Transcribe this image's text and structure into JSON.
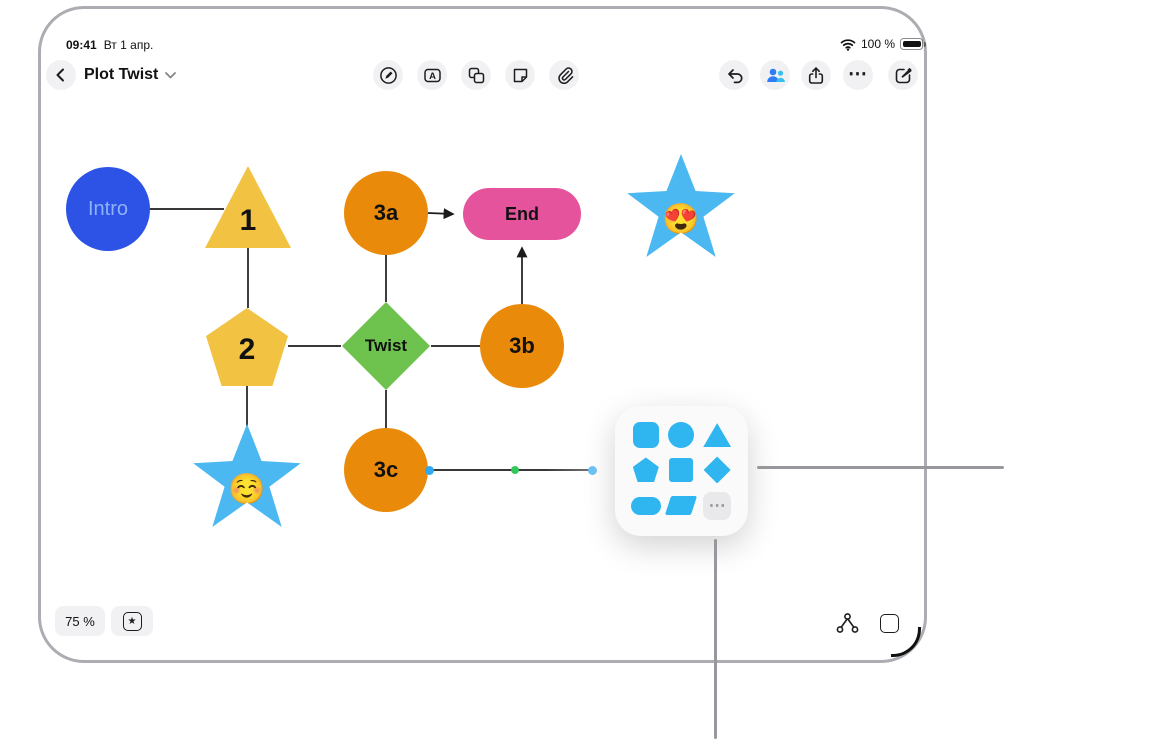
{
  "status_bar": {
    "time": "09:41",
    "date": "Вт 1 апр.",
    "battery": "100 %"
  },
  "toolbar": {
    "title": "Plot Twist",
    "ellipsis": "⋯"
  },
  "canvas": {
    "nodes": {
      "intro": {
        "label": "Intro",
        "shape": "circle",
        "fill": "#2C53E6",
        "text_color": "#8FB2F8"
      },
      "one": {
        "label": "1",
        "shape": "triangle",
        "fill": "#F2C243"
      },
      "threeA": {
        "label": "3a",
        "shape": "circle",
        "fill": "#EA8A0A"
      },
      "end": {
        "label": "End",
        "shape": "capsule",
        "fill": "#E5539C"
      },
      "starHeart": {
        "label": "😍",
        "shape": "star",
        "fill": "#4CB8F1"
      },
      "two": {
        "label": "2",
        "shape": "pentagon",
        "fill": "#F2C243"
      },
      "twist": {
        "label": "Twist",
        "shape": "diamond",
        "fill": "#6EC24E"
      },
      "threeB": {
        "label": "3b",
        "shape": "circle",
        "fill": "#EA8A0A"
      },
      "starBlush": {
        "label": "☺️",
        "shape": "star",
        "fill": "#4CB8F1"
      },
      "threeC": {
        "label": "3c",
        "shape": "circle",
        "fill": "#EA8A0A"
      }
    },
    "selection": {
      "endpoint_color": "#2EA8F0",
      "midpoint_color": "#34C759"
    }
  },
  "shape_palette": {
    "accent": "#2FB5EF",
    "more_glyph": "⋯",
    "shapes": [
      "rounded-square",
      "circle",
      "triangle",
      "pentagon",
      "square",
      "diamond",
      "capsule",
      "parallelogram",
      "more"
    ]
  },
  "footer": {
    "zoom": "75 %"
  },
  "callout": {
    "color": "#97979C"
  }
}
